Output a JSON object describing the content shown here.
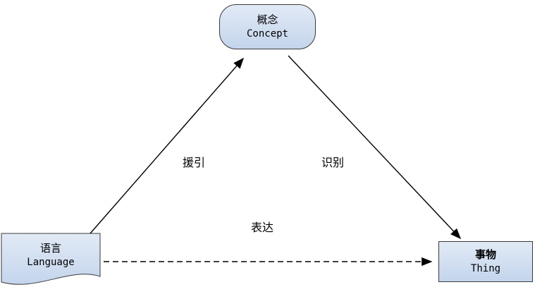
{
  "diagram": {
    "title": "semantic-triangle",
    "nodes": {
      "concept": {
        "zh": "概念",
        "en": "Concept",
        "shape": "rounded-rectangle"
      },
      "language": {
        "zh": "语言",
        "en": "Language",
        "shape": "document"
      },
      "thing": {
        "zh": "事物",
        "en": "Thing",
        "shape": "rectangle"
      }
    },
    "edges": {
      "cite": {
        "label": "援引",
        "from": "language",
        "to": "concept",
        "style": "solid"
      },
      "identify": {
        "label": "识别",
        "from": "concept",
        "to": "thing",
        "style": "solid"
      },
      "express": {
        "label": "表达",
        "from": "language",
        "to": "thing",
        "style": "dashed"
      }
    },
    "colors": {
      "node_fill_top": "#e2eaf6",
      "node_fill_bottom": "#c3d5ec",
      "node_border": "#3a3a3a",
      "arrow": "#000000",
      "background": "#ffffff"
    }
  }
}
